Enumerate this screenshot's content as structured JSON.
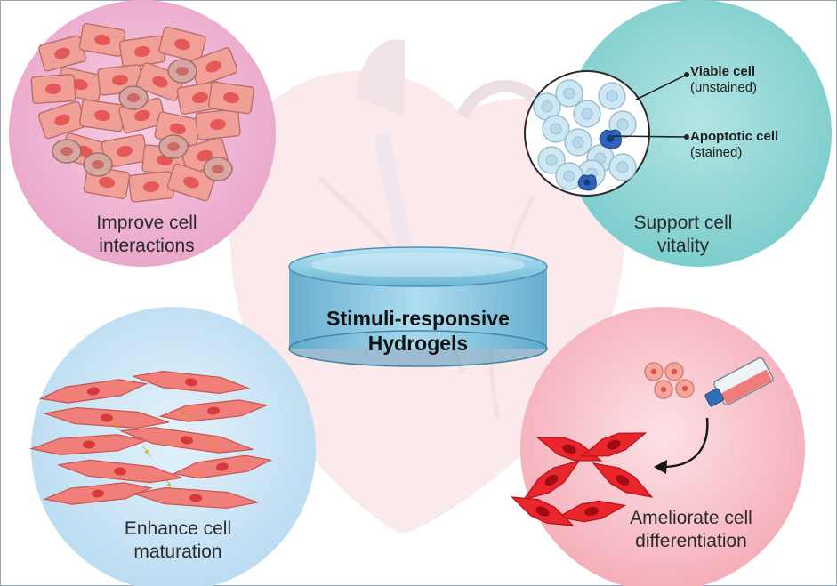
{
  "center": {
    "line1": "Stimuli-responsive",
    "line2": "Hydrogels"
  },
  "panels": {
    "top_left": {
      "line1": "Improve cell",
      "line2": "interactions"
    },
    "top_right": {
      "line1": "Support cell",
      "line2": "vitality",
      "viable_title": "Viable cell",
      "viable_sub": "(unstained)",
      "apoptotic_title": "Apoptotic cell",
      "apoptotic_sub": "(stained)"
    },
    "bottom_left": {
      "line1": "Enhance cell",
      "line2": "maturation"
    },
    "bottom_right": {
      "line1": "Ameliorate cell",
      "line2": "differentiation"
    }
  },
  "colors": {
    "pink_panel": "#f2b6d6",
    "teal_panel": "#8fd6d6",
    "blue_panel": "#c9e4f5",
    "rose_panel": "#f7c4cc",
    "cell_fill": "#ef8a80",
    "nucleus": "#e24b4b",
    "hydrogel": "#9fd4ea"
  }
}
